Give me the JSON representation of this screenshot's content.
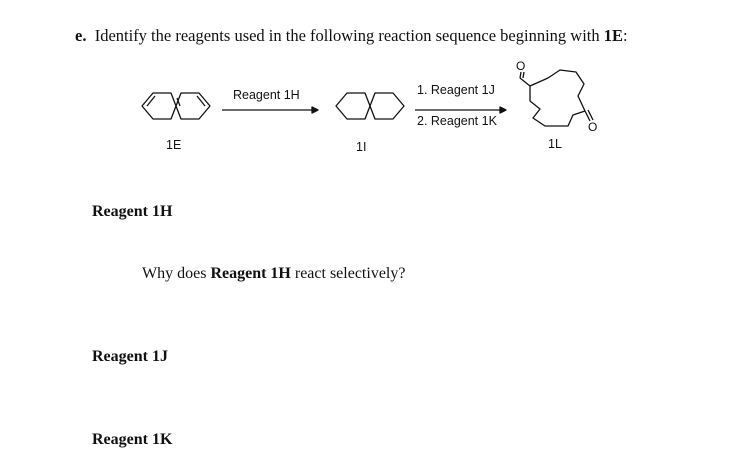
{
  "question": {
    "letter": "e.",
    "text_before": "Identify the reagents used in the following reaction sequence beginning with",
    "compound": "1E",
    "text_after": ":"
  },
  "scheme": {
    "arrow1_label": "Reagent 1H",
    "arrow2_label_top": "1. Reagent 1J",
    "arrow2_label_bottom": "2. Reagent 1K",
    "compound_1": "1E",
    "compound_2": "1I",
    "compound_3": "1L",
    "oxygen_label": "O"
  },
  "answers": {
    "reagent_1h": "Reagent 1H",
    "selectivity_prefix": "Why does",
    "selectivity_bold": "Reagent 1H",
    "selectivity_suffix": "react selectively?",
    "reagent_1j": "Reagent 1J",
    "reagent_1k": "Reagent 1K"
  }
}
